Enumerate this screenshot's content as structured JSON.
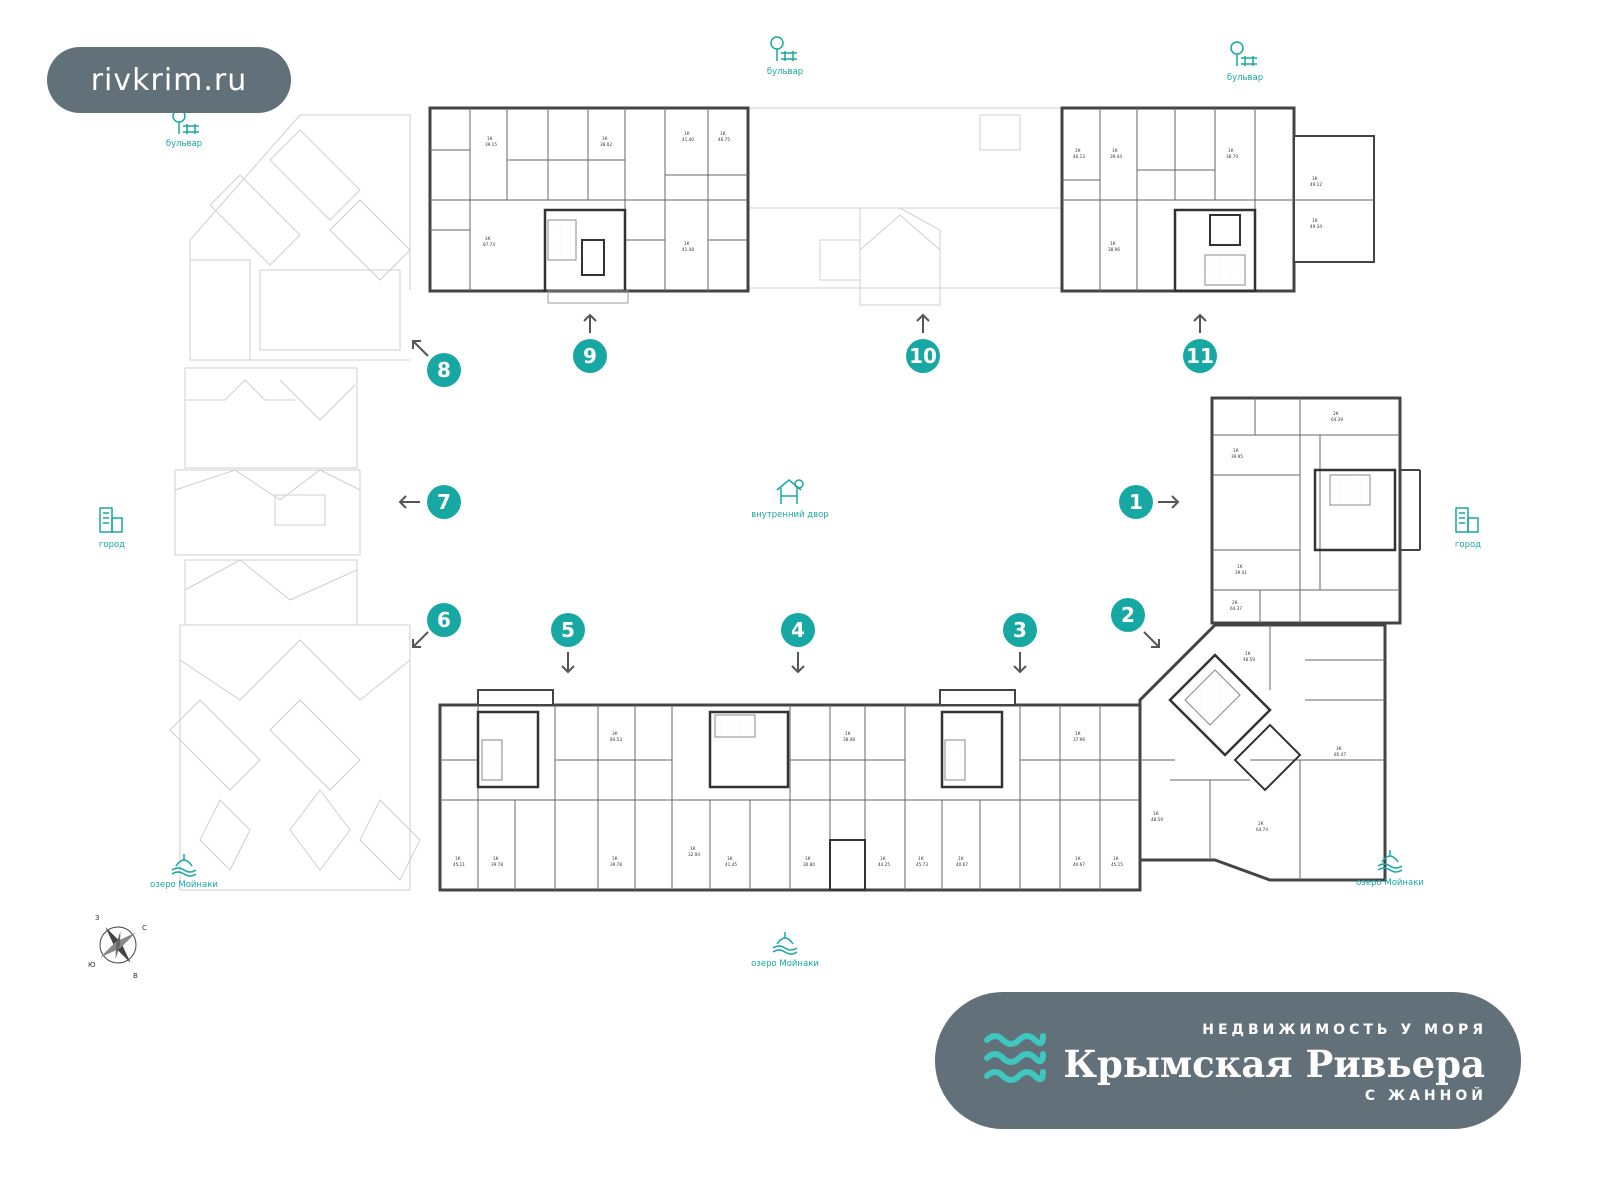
{
  "watermark": {
    "text": "rivkrim.ru"
  },
  "brand": {
    "tagline": "НЕДВИЖИМОСТЬ У МОРЯ",
    "name": "Крымская Ривьера",
    "sub": "С ЖАННОЙ",
    "accent_color": "#3fc6c0",
    "badge_color": "#62707a"
  },
  "orientation_labels": {
    "boulevard_top_left": "бульвар",
    "boulevard_top_mid": "бульвар",
    "boulevard_top_right": "бульвар",
    "city_left": "город",
    "city_right": "город",
    "courtyard": "внутренний двор",
    "lake_left": "озеро Мойнаки",
    "lake_bottom": "озеро Мойнаки",
    "lake_right": "озеро Мойнаки"
  },
  "view_markers": [
    "1",
    "2",
    "3",
    "4",
    "5",
    "6",
    "7",
    "8",
    "9",
    "10",
    "11"
  ],
  "compass": {
    "n": "С",
    "s": "Ю",
    "w": "З",
    "e": "В"
  },
  "apartments_north_left": [
    {
      "type": "1К",
      "area": "39.15"
    },
    {
      "type": "1К",
      "area": "38.02"
    },
    {
      "type": "1К",
      "area": "41.40"
    },
    {
      "type": "1К",
      "area": "46.75"
    },
    {
      "type": "3К",
      "area": "87.74"
    },
    {
      "type": "1К",
      "area": "41.48"
    }
  ],
  "apartments_north_right": [
    {
      "type": "1К",
      "area": "46.13"
    },
    {
      "type": "1К",
      "area": "39.44"
    },
    {
      "type": "1К",
      "area": "38.70"
    },
    {
      "type": "1К",
      "area": "49.12"
    },
    {
      "type": "1К",
      "area": "38.96"
    },
    {
      "type": "1К",
      "area": "49.34"
    }
  ],
  "apartments_east": [
    {
      "type": "2К",
      "area": "64.39"
    },
    {
      "type": "1К",
      "area": "39.95"
    },
    {
      "type": "1К",
      "area": "39.41"
    },
    {
      "type": "2К",
      "area": "64.37"
    }
  ],
  "apartments_corner": [
    {
      "type": "1К",
      "area": "48.59"
    },
    {
      "type": "3К",
      "area": "85.47"
    },
    {
      "type": "1К",
      "area": "48.59"
    },
    {
      "type": "2К",
      "area": "64.74"
    }
  ],
  "apartments_south": [
    {
      "type": "3К",
      "area": "84.53"
    },
    {
      "type": "1К",
      "area": "38.48"
    },
    {
      "type": "1К",
      "area": "37.96"
    },
    {
      "type": "1К",
      "area": "45.11"
    },
    {
      "type": "1К",
      "area": "39.78"
    },
    {
      "type": "1К",
      "area": "39.78"
    },
    {
      "type": "1К",
      "area": "32.94"
    },
    {
      "type": "1К",
      "area": "41.45"
    },
    {
      "type": "1К",
      "area": "30.80"
    },
    {
      "type": "1К",
      "area": "44.25"
    },
    {
      "type": "1К",
      "area": "45.73"
    },
    {
      "type": "1К",
      "area": "40.67"
    },
    {
      "type": "1К",
      "area": "40.67"
    },
    {
      "type": "1К",
      "area": "45.15"
    }
  ]
}
